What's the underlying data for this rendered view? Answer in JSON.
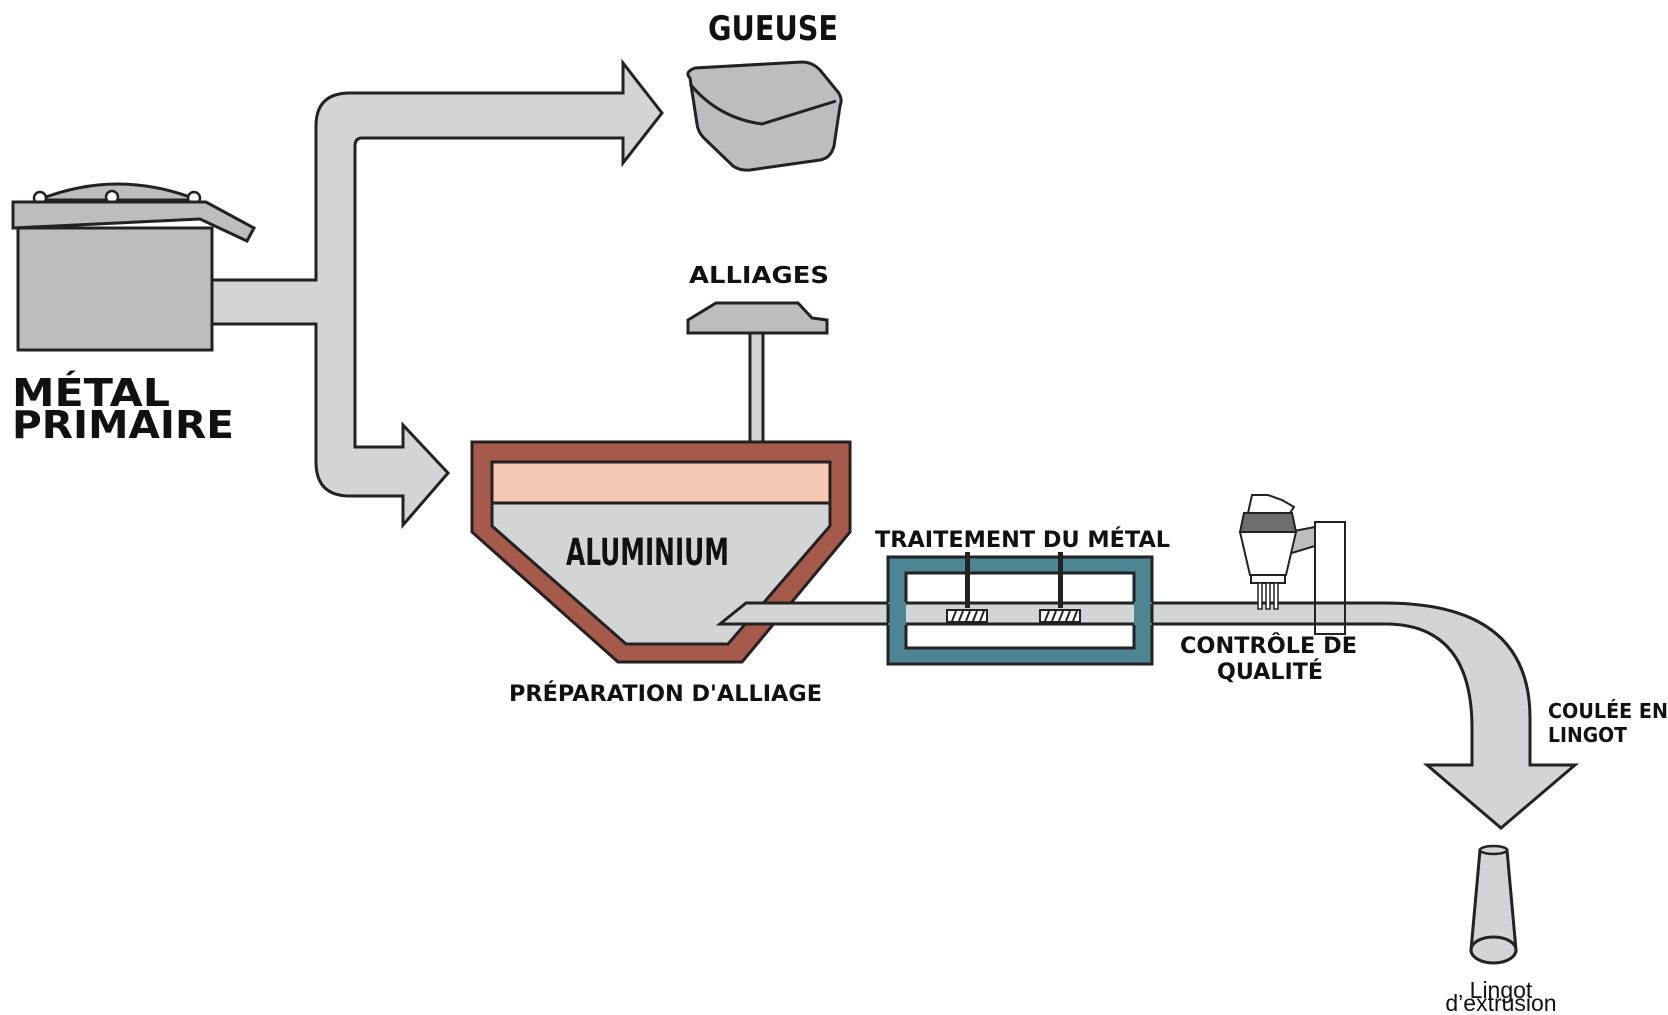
{
  "labels": {
    "metal_primaire_line1": "MÉTAL",
    "metal_primaire_line2": "PRIMAIRE",
    "gueuse": "GUEUSE",
    "alliages": "ALLIAGES",
    "aluminium": "ALUMINIUM",
    "preparation": "PRÉPARATION D'ALLIAGE",
    "traitement": "TRAITEMENT DU MÉTAL",
    "controle_line1": "CONTRÔLE DE",
    "controle_line2": "QUALITÉ",
    "coulee_line1": "COULÉE EN",
    "coulee_line2": "LINGOT",
    "lingot_line1": "Lingot",
    "lingot_line2": "d’extrusion"
  },
  "colors": {
    "pipe_fill": "#d3d4d6",
    "machine_grey": "#bcbdbf",
    "outline": "#222222",
    "furnace_wall": "#a65a4c",
    "molten_top": "#f6c9b4",
    "treatment_frame": "#4e8592",
    "sensor_dark": "#6d6e70"
  }
}
